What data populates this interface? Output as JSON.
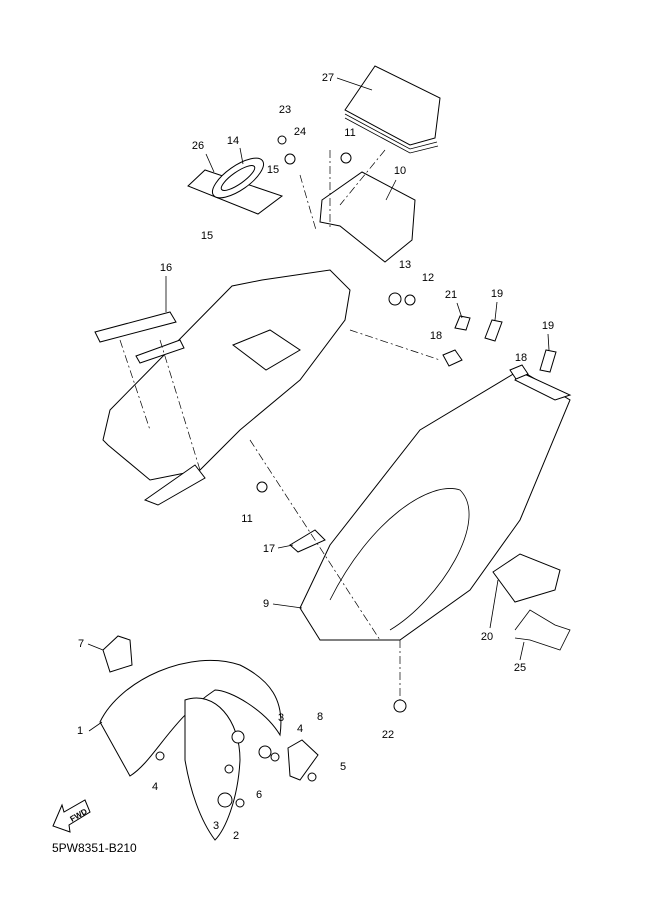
{
  "diagram_code": "5PW8351-B210",
  "fwd_label": "FWD",
  "labels": [
    "27",
    "23",
    "24",
    "11",
    "26",
    "14",
    "10",
    "15",
    "15",
    "13",
    "12",
    "16",
    "21",
    "19",
    "18",
    "19",
    "18",
    "11",
    "17",
    "9",
    "20",
    "25",
    "7",
    "1",
    "3",
    "8",
    "4",
    "5",
    "4",
    "6",
    "3",
    "2",
    "22"
  ]
}
